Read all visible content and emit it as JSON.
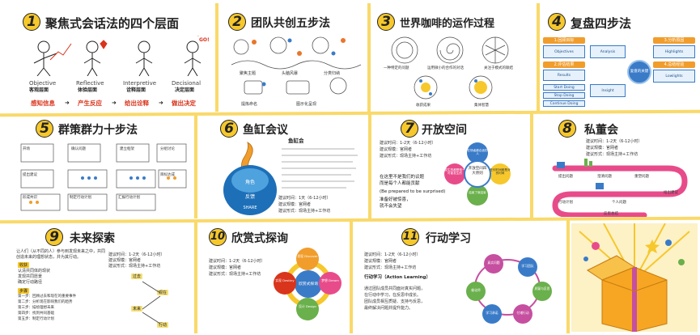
{
  "p1": {
    "num": "1",
    "title": "聚焦式会话法的四个层面",
    "levels": [
      {
        "en": "Objective",
        "cn": "客观层面"
      },
      {
        "en": "Reflective",
        "cn": "体验层面"
      },
      {
        "en": "Interpretive",
        "cn": "诠释层面"
      },
      {
        "en": "Decisional",
        "cn": "决定层面"
      }
    ],
    "flow": [
      "感知信息",
      "产生反应",
      "给出诠释",
      "做出决定"
    ],
    "arrow": "➜"
  },
  "p2": {
    "num": "2",
    "title": "团队共创五步法",
    "steps": [
      "聚焦主题",
      "头脑风暴",
      "分类归纳",
      "提炼命名",
      "图示化呈现"
    ]
  },
  "p3": {
    "num": "3",
    "title": "世界咖啡的运作过程",
    "items": [
      "一种特定的问题",
      "运用微小的合作的对话",
      "关注于模式的联结",
      "收获成果",
      "集体智慧"
    ]
  },
  "p4": {
    "num": "4",
    "title": "复盘四步法",
    "blocks": [
      "1.回顾目标",
      "2.评估结果",
      "3.分析原因",
      "4.总结经验",
      "Objectives",
      "Results",
      "Analysis",
      "Insight",
      "复盘的关键",
      "Highlights",
      "Lowlights",
      "Start Doing",
      "Stop Doing",
      "Continue Doing"
    ]
  },
  "p5": {
    "num": "5",
    "title": "群策群力十步法",
    "boxes": [
      "开场",
      "确认问题",
      "建立框架",
      "分组讨论",
      "提出建议",
      "制定行动计划",
      "汇报行动计划",
      "形成共识",
      "目标达成"
    ]
  },
  "p6": {
    "num": "6",
    "title": "鱼缸会议",
    "rings": [
      "角色",
      "反馈",
      "SHARE"
    ],
    "head": "鱼缸会",
    "time": "建议时间：1天（6-12小时）",
    "size": "建议规模：官网者",
    "form": "建议形式：现场主持+工作坊"
  },
  "p7": {
    "num": "7",
    "title": "开放空间",
    "time": "建议时间：1-2天（6-12小时）",
    "size": "建议规模：官网者",
    "form": "建议形式：现场主持+工作坊",
    "center": "开放空间四大原则",
    "petals": [
      "在场者都合适的人",
      "任何时间都是对的时间",
      "结束了就结束",
      "发生的都是唯一可能发生的"
    ],
    "desc1": "在这里不是我们的议题",
    "desc2": "而是每个人都能贡献",
    "quote": "(Be prepared to be surprised)",
    "desc3": "准备好被惊喜，",
    "desc4": "就不会失望"
  },
  "p8": {
    "num": "8",
    "title": "私董会",
    "time": "建议时间：1-2天（6-12小时）",
    "size": "建议规模：官网者",
    "form": "建议形式：现场主持+工作坊",
    "stages": [
      "提出问题",
      "澄清问题",
      "重塑问题",
      "给出建议",
      "个人问题",
      "行动计划",
      "反思总结"
    ]
  },
  "p9": {
    "num": "9",
    "title": "未来探索",
    "intro1": "让人们（从不同的人）参与到发现未来之中，共同",
    "intro2": "创造未来的理想状态，并为其行动。",
    "h1": "收获",
    "goals": [
      "认清共同体的现状",
      "发现共同愿景",
      "确定行动路径"
    ],
    "h2": "步骤",
    "steps": [
      "第一步：回顾过去和现在的重要事件",
      "第二步：分析现在影响我们的趋势",
      "第三步：描绘理想未来",
      "第四步：找到共同基础",
      "第五步：制定行动计划"
    ],
    "time": "建议时间：1-2天（6-12小时）",
    "size": "建议规模：官网者",
    "form": "建议形式：现场主持+工作坊",
    "flow": [
      "过去",
      "现在",
      "未来",
      "行动"
    ]
  },
  "p10": {
    "num": "10",
    "title": "欣赏式探询",
    "time": "建议时间：1-2天（6-12小时）",
    "size": "建议规模：官网者",
    "form": "建议形式：现场主持+工作坊",
    "center": "欣赏式探询",
    "d1": "发现 Discover",
    "d2": "梦想 Dream",
    "d3": "设计 Design",
    "d4": "实现 Destiny"
  },
  "p11": {
    "num": "11",
    "title": "行动学习",
    "time": "建议时间：1-2天（6-12小时）",
    "size": "建议规模：官网者",
    "form": "建议形式：现场主持+工作坊",
    "sub": "行动学习（Action Learning）",
    "desc1": "通过团队成员共同面对真实问题，",
    "desc2": "在行动中学习，在反思中成长。",
    "desc3": "团队成员相互质疑、支持与反思，",
    "desc4": "最终解决问题并提升能力。",
    "bubbles": [
      "真实问题",
      "学习团队",
      "质疑与反思",
      "付诸行动",
      "学习承诺",
      "催化师"
    ]
  }
}
